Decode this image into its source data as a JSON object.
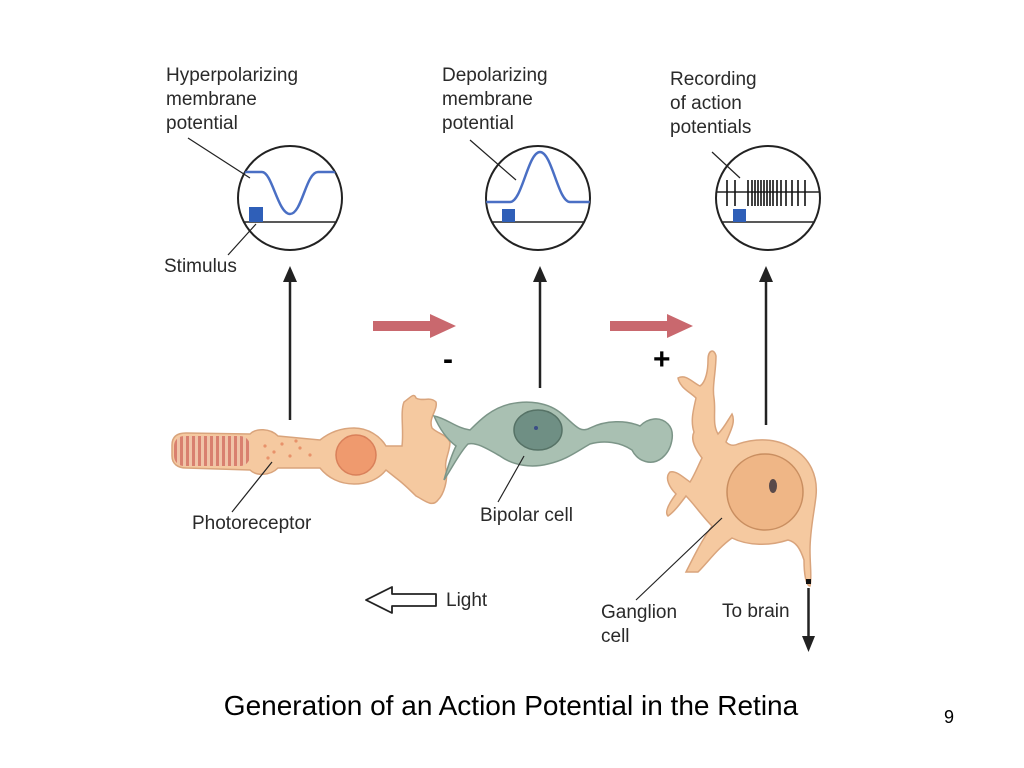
{
  "labels": {
    "hyperpolarizing": "Hyperpolarizing\nmembrane\npotential",
    "depolarizing": "Depolarizing\nmembrane\npotential",
    "recording": "Recording\nof action\npotentials",
    "stimulus": "Stimulus",
    "photoreceptor": "Photoreceptor",
    "bipolar": "Bipolar cell",
    "ganglion": "Ganglion\ncell",
    "to_brain": "To brain",
    "light": "Light"
  },
  "signs": {
    "minus": "-",
    "plus": "+"
  },
  "title": "Generation of an Action Potential in the Retina",
  "slide_number": "9",
  "colors": {
    "trace": "#4a6fc4",
    "stimulus": "#2f5fb8",
    "signal_arrow": "#c9686e",
    "photoreceptor": "#f5c9a0",
    "photoreceptor_nucleus": "#ef9a6e",
    "bipolar": "#a9c0b2",
    "bipolar_nucleus": "#6f8f84",
    "ganglion": "#f5c9a0",
    "ganglion_nucleus": "#efb686"
  }
}
